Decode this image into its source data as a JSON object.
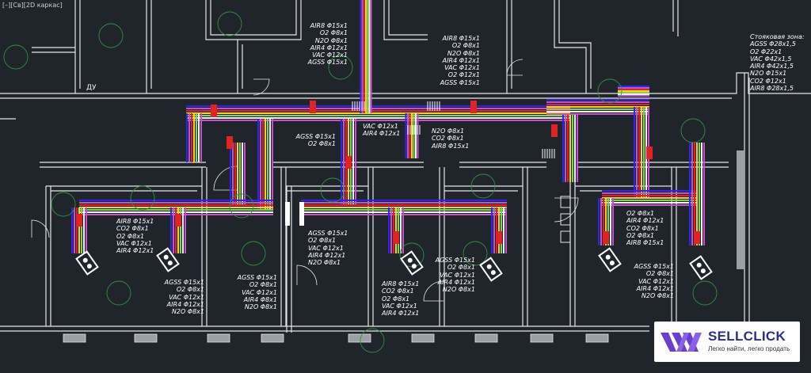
{
  "viewport": {
    "label": "[–][Св][2D каркас]"
  },
  "room_tag": "ДУ",
  "colors": {
    "background": "#20252b",
    "walls": "#e6e6e6",
    "airm": "#2a2ae6",
    "o2": "#e02424",
    "n2o": "#ffd21a",
    "vac": "#7ad84a",
    "agss": "#c850d0",
    "air4": "#f0f0f0",
    "annotation": "#ffffff",
    "watermark_bg": "#ffffff",
    "watermark_text": "#2d2d8c",
    "watermark_logo": "#6a3fd0"
  },
  "labels": {
    "top_center": [
      "AIR8 Φ15x1",
      "O2 Φ8x1",
      "N2O Φ8x1",
      "AIR4 Φ12x1",
      "VAC Φ12x1",
      "AGSS Φ15x1"
    ],
    "top_right": [
      "AIR8 Φ15x1",
      "O2 Φ8x1",
      "N2O Φ8x1",
      "AIR4 Φ12x1",
      "VAC Φ12x1",
      "O2 Φ12x1",
      "AGSS Φ15x1"
    ],
    "riser": {
      "title": "Стояковая зона:",
      "lines": [
        "AGSS Φ28x1,5",
        "O2 Φ22x1",
        "VAC Φ42x1,5",
        "AIR4 Φ42x1,5",
        "N2O Φ15x1",
        "CO2 Φ12x1",
        "AIR8 Φ28x1,5"
      ]
    },
    "mid_center_a": [
      "VAC Φ12x1",
      "AIR4 Φ12x1"
    ],
    "mid_center_b": [
      "N2O Φ8x1",
      "CO2 Φ8x1",
      "AIR8 Φ15x1"
    ],
    "mid_left": [
      "AGSS Φ15x1",
      "O2 Φ8x1"
    ],
    "room1_a": [
      "AIR8 Φ15x1",
      "CO2 Φ8x1",
      "O2 Φ8x1",
      "VAC Φ12x1",
      "AIR4 Φ12x1"
    ],
    "room1_b": [
      "AGSS Φ15x1",
      "O2 Φ8x1",
      "VAC Φ12x1",
      "AIR4 Φ12x1",
      "N2O Φ8x1"
    ],
    "room2_a": [
      "AGSS Φ15x1",
      "O2 Φ8x1",
      "VAC Φ12x1",
      "AIR4 Φ8x1",
      "N2O Φ8x1"
    ],
    "room3_a": [
      "AGSS Φ15x1",
      "O2 Φ8x1",
      "VAC Φ12x1",
      "AIR4 Φ12x1",
      "N2O Φ8x1"
    ],
    "room3_b": [
      "AIR8 Φ15x1",
      "CO2 Φ8x1",
      "O2 Φ8x1",
      "VAC Φ12x1",
      "AIR4 Φ12x1"
    ],
    "room4_a": [
      "AGSS Φ15x1",
      "O2 Φ8x1",
      "VAC Φ12x1",
      "AIR4 Φ12x1",
      "N2O Φ8x1"
    ],
    "room5_a": [
      "O2 Φ8x1",
      "AIR4 Φ12x1",
      "CO2 Φ8x1",
      "O2 Φ8x1",
      "AIR8 Φ15x1"
    ],
    "room5_b": [
      "AGSS Φ15x1",
      "O2 Φ8x1",
      "VAC Φ12x1",
      "AIR4 Φ12x1",
      "N2O Φ8x1"
    ]
  },
  "watermark": {
    "title": "SELLCLICK",
    "subtitle": "Легко найти, легко продать"
  }
}
